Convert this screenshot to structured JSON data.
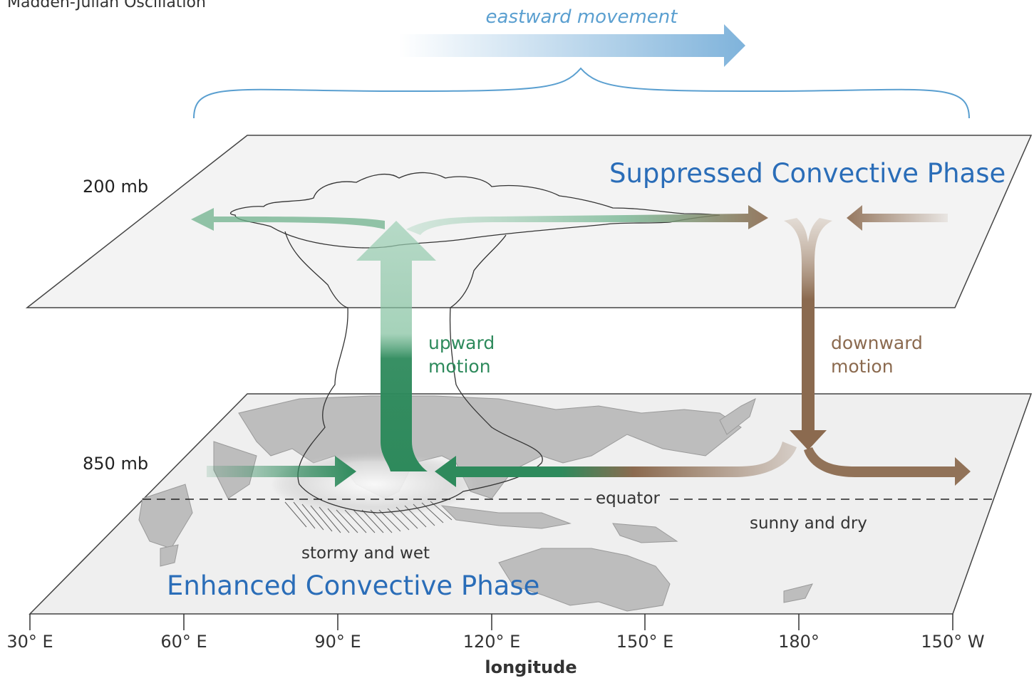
{
  "title": "Madden-Julian Oscillation",
  "eastward_label": "eastward movement",
  "levels": {
    "upper": "200 mb",
    "lower": "850 mb"
  },
  "phases": {
    "suppressed": "Suppressed Convective Phase",
    "enhanced": "Enhanced Convective Phase"
  },
  "motion": {
    "upward": [
      "upward",
      "motion"
    ],
    "downward": [
      "downward",
      "motion"
    ]
  },
  "labels": {
    "equator": "equator",
    "sunny": "sunny and dry",
    "stormy": "stormy and wet"
  },
  "axis": {
    "title": "longitude",
    "ticks": [
      "30° E",
      "60° E",
      "90° E",
      "120° E",
      "150° E",
      "180°",
      "150° W"
    ]
  },
  "colors": {
    "green": "#2e8a5c",
    "brown": "#8b6a4f",
    "blue_text": "#2a6db8",
    "east_arrow": "#7fb3db",
    "land": "#bdbdbd",
    "plane": "#f2f2f2"
  }
}
